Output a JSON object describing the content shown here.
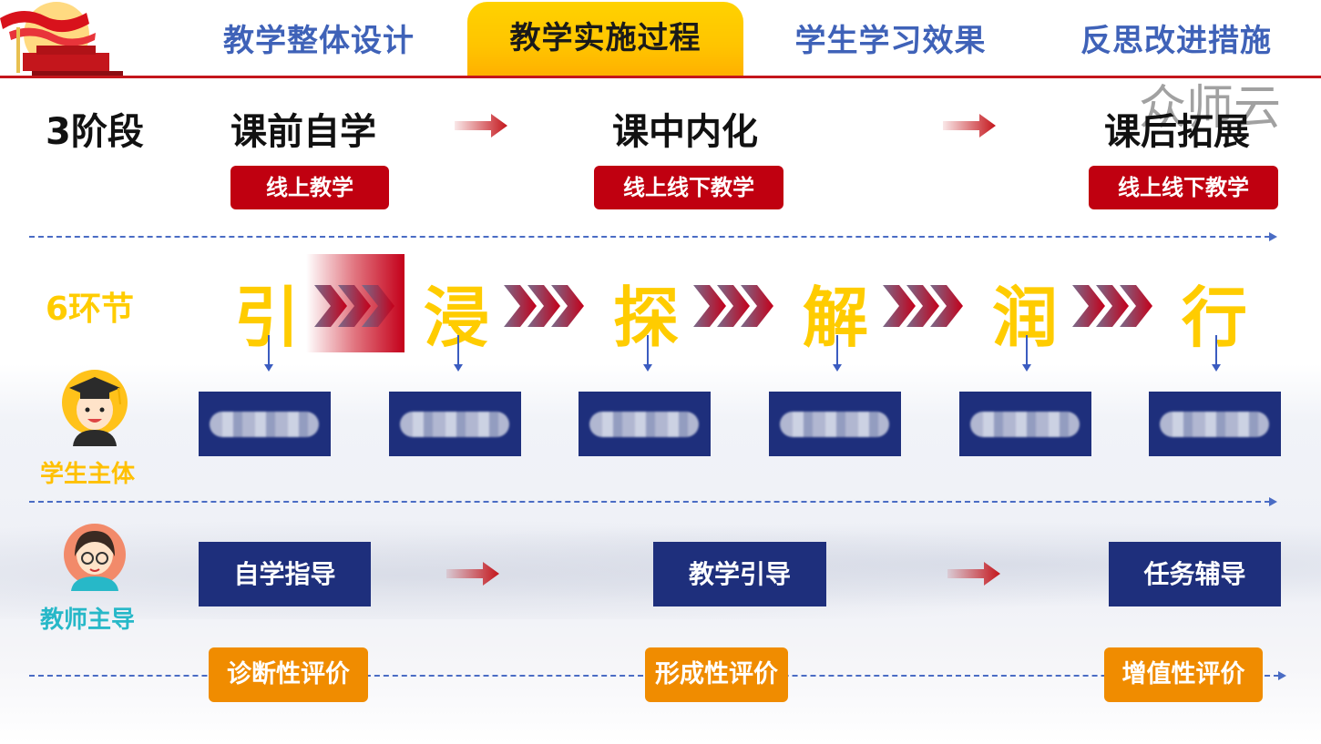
{
  "nav": {
    "tabs": [
      {
        "label": "教学整体设计",
        "active": false
      },
      {
        "label": "教学实施过程",
        "active": true
      },
      {
        "label": "学生学习效果",
        "active": false
      },
      {
        "label": "反思改进措施",
        "active": false
      }
    ]
  },
  "watermark": "众师云",
  "stages": {
    "label": "3阶段",
    "items": [
      {
        "title": "课前自学",
        "mode": "线上教学"
      },
      {
        "title": "课中内化",
        "mode": "线上线下教学"
      },
      {
        "title": "课后拓展",
        "mode": "线上线下教学"
      }
    ]
  },
  "steps": {
    "label": "6环节",
    "items": [
      "引",
      "浸",
      "探",
      "解",
      "润",
      "行"
    ],
    "active_index": 0
  },
  "students": {
    "label": "学生主体",
    "items": [
      "",
      "",
      "",
      "",
      "",
      ""
    ]
  },
  "teachers": {
    "label": "教师主导",
    "items": [
      "自学指导",
      "教学引导",
      "任务辅导"
    ]
  },
  "evaluation": {
    "items": [
      "诊断性评价",
      "形成性评价",
      "增值性评价"
    ]
  },
  "colors": {
    "accent_red": "#c4161c",
    "accent_yellow": "#ffcc00",
    "tab_blue": "#3f62b8",
    "box_navy": "#1e2f7c",
    "orange": "#f08c00",
    "teal": "#27b8c8"
  }
}
